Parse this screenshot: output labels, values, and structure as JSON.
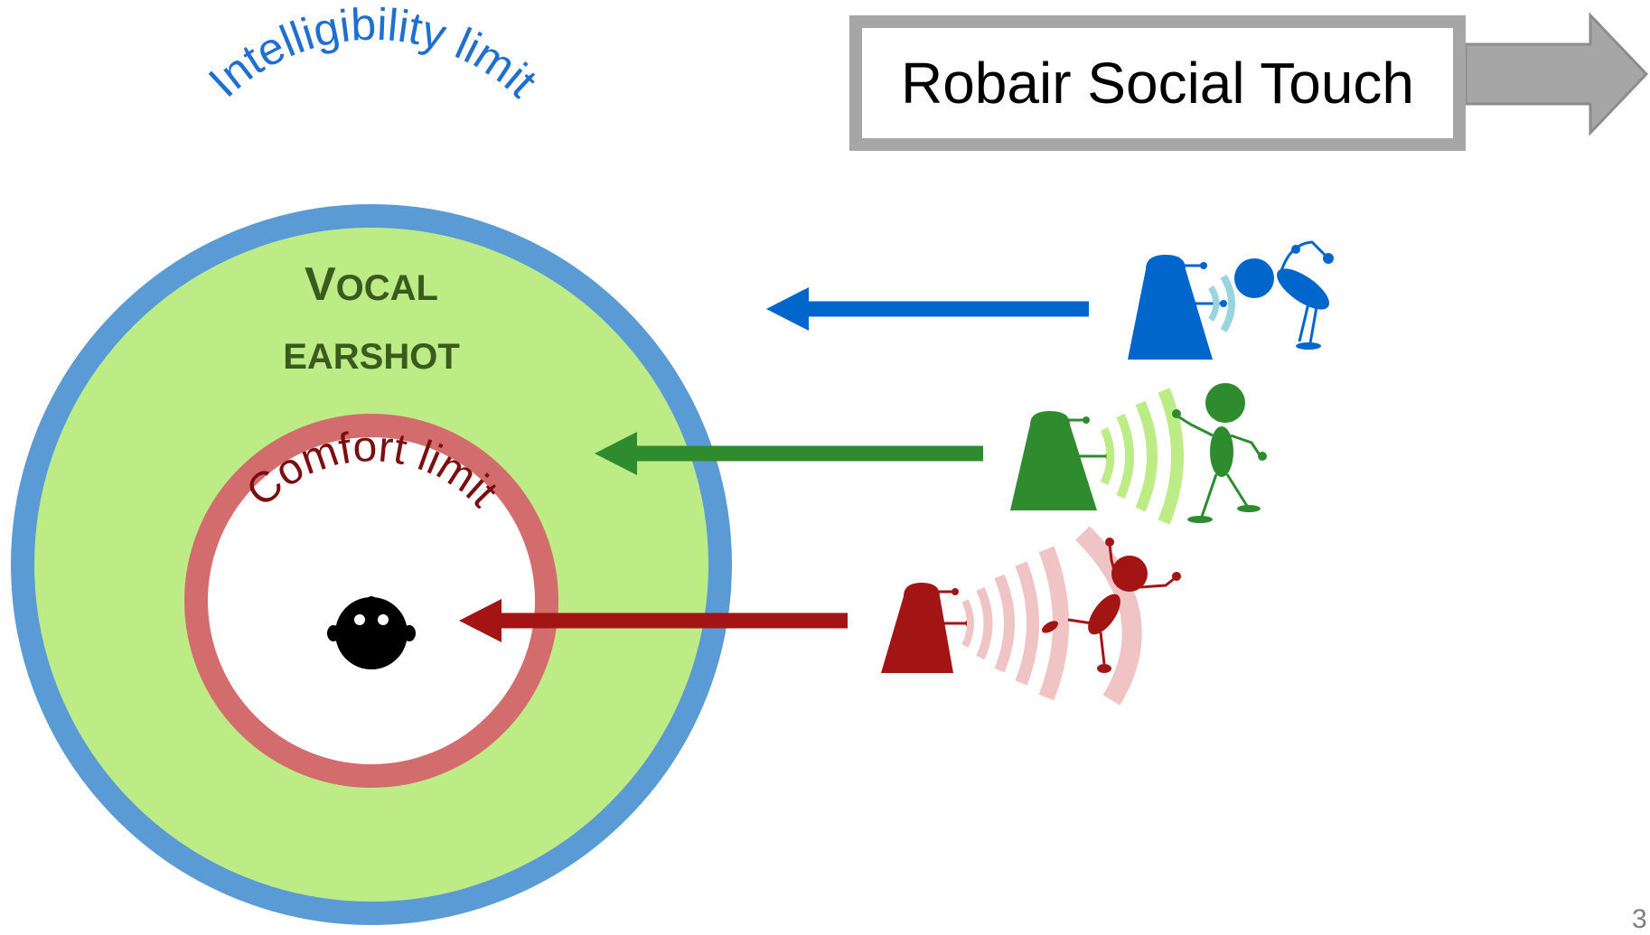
{
  "title": "Robair Social Touch",
  "page_number": "3",
  "zones": {
    "intelligibility": {
      "label": "Intelligibility limit",
      "color": "#1f6fd1"
    },
    "comfort": {
      "label": "Comfort limit",
      "color": "#7b0f0f"
    },
    "vocal_earshot": {
      "line1_big": "V",
      "line1_small": "OCAL",
      "line2": "EARSHOT",
      "color": "#3a5a1e"
    }
  },
  "colors": {
    "outer_ring": "#5b9bd5",
    "earshot_fill": "#bdec86",
    "comfort_ring": "#d36c6c",
    "title_border": "#a6a6a6",
    "arrow_gray": "#a6a6a6",
    "blue": "#0066cc",
    "green": "#2e8b2e",
    "red": "#a31515"
  },
  "icons": [
    "person-head-icon",
    "blue-robot-icon",
    "green-robot-icon",
    "red-robot-icon"
  ]
}
